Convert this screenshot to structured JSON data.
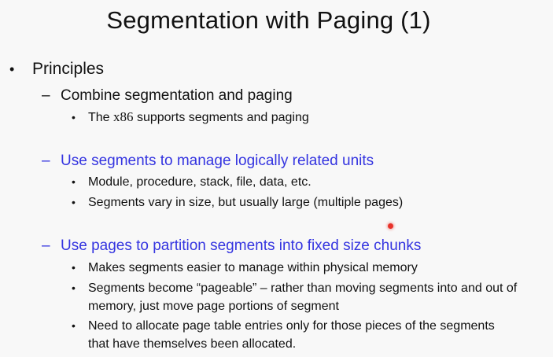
{
  "title": "Segmentation with Paging (1)",
  "principles": {
    "bullet": "•",
    "label": "Principles"
  },
  "dash": "–",
  "dot": "•",
  "sections": [
    {
      "heading": "Combine segmentation and paging",
      "items": [
        {
          "pre": "The ",
          "mono": "x86",
          "post": " supports segments and paging"
        }
      ]
    },
    {
      "heading": "Use segments to manage logically related units",
      "items": [
        {
          "text": "Module, procedure, stack, file, data, etc."
        },
        {
          "text": "Segments vary in size, but usually large (multiple pages)"
        }
      ]
    },
    {
      "heading": "Use pages to partition segments into fixed size chunks",
      "items": [
        {
          "text": "Makes segments easier to manage within physical memory"
        },
        {
          "text": "Segments become “pageable” – rather than moving segments into and out of memory, just move page portions of segment"
        },
        {
          "text": "Need to allocate page table entries only for those pieces of the segments that have themselves been allocated."
        }
      ]
    }
  ],
  "colors": {
    "highlight_blue": "#3434e0",
    "pointer_red": "#e8322a"
  }
}
